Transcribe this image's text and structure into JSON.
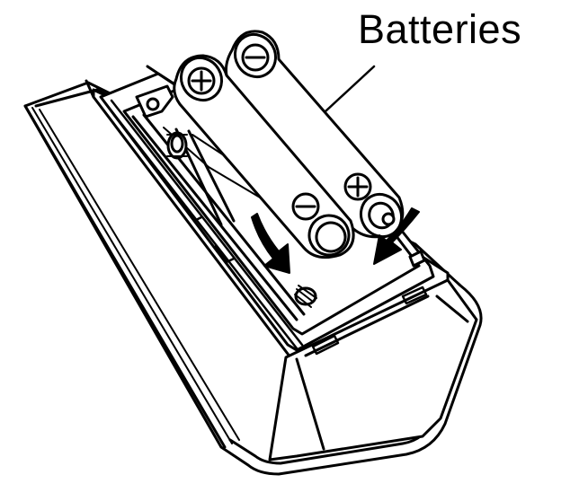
{
  "diagram": {
    "callout": {
      "label": "Batteries"
    },
    "batteries": [
      {
        "position": "back",
        "top_terminal": "−",
        "bottom_terminal": "+"
      },
      {
        "position": "front",
        "top_terminal": "+",
        "bottom_terminal": "−"
      }
    ],
    "arrows": [
      "insert-arrow-left",
      "insert-arrow-right"
    ],
    "colors": {
      "line": "#000000",
      "fill": "#ffffff",
      "arrow": "#000000"
    }
  }
}
